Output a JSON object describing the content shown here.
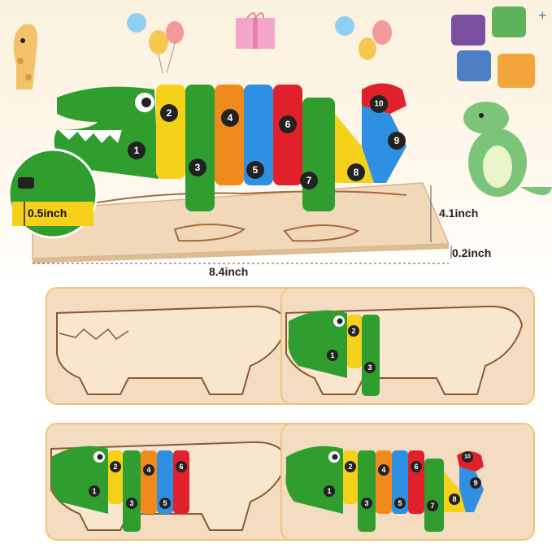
{
  "dimensions": {
    "width_label": "8.4inch",
    "height_label": "4.1inch",
    "thickness_label": "0.2inch",
    "piece_thickness_label": "0.5inch"
  },
  "pieces": [
    "1",
    "2",
    "3",
    "4",
    "5",
    "6",
    "7",
    "8",
    "9",
    "10"
  ],
  "colors": {
    "green": "#2f9e2f",
    "yellow": "#f5d11a",
    "orange": "#f18a1c",
    "blue": "#2f8fe0",
    "red": "#e0202a",
    "board": "#f1d8b8",
    "frame": "#f2c27a"
  },
  "panels": [
    {
      "name": "empty-board",
      "pieces_shown": 0
    },
    {
      "name": "three-pieces",
      "pieces_shown": 3
    },
    {
      "name": "six-pieces",
      "pieces_shown": 6
    },
    {
      "name": "complete",
      "pieces_shown": 10
    }
  ]
}
